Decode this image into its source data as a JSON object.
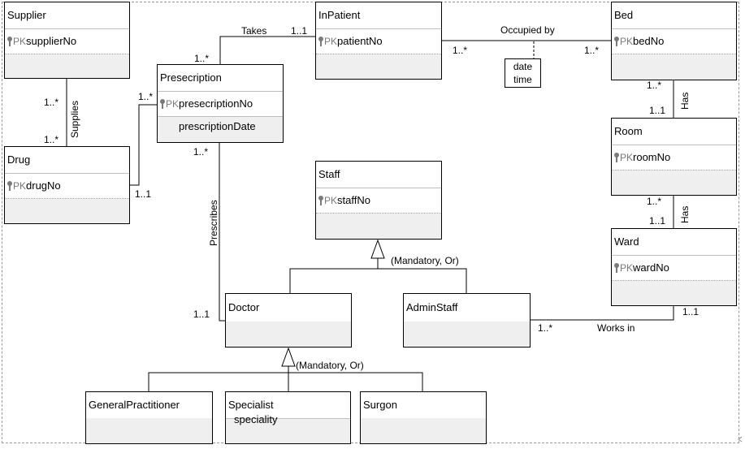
{
  "entities": {
    "supplier": {
      "name": "Supplier",
      "pk": "PK",
      "key": "supplierNo"
    },
    "drug": {
      "name": "Drug",
      "pk": "PK",
      "key": "drugNo"
    },
    "prescription": {
      "name": "Presecription",
      "pk": "PK",
      "key": "presecriptionNo",
      "attr": "prescriptionDate"
    },
    "inpatient": {
      "name": "InPatient",
      "pk": "PK",
      "key": "patientNo"
    },
    "bed": {
      "name": "Bed",
      "pk": "PK",
      "key": "bedNo"
    },
    "room": {
      "name": "Room",
      "pk": "PK",
      "key": "roomNo"
    },
    "ward": {
      "name": "Ward",
      "pk": "PK",
      "key": "wardNo"
    },
    "staff": {
      "name": "Staff",
      "pk": "PK",
      "key": "staffNo"
    },
    "doctor": {
      "name": "Doctor"
    },
    "adminstaff": {
      "name": "AdminStaff"
    },
    "gp": {
      "name": "GeneralPractitioner"
    },
    "specialist": {
      "name": "Specialist",
      "attr": "speciality"
    },
    "surgon": {
      "name": "Surgon"
    }
  },
  "relationships": {
    "supplies": {
      "name": "Supplies",
      "mult_top": "1..*",
      "mult_bottom": "1..*"
    },
    "drug_prescription": {
      "mult_drug": "1..1",
      "mult_prescription": "1..*"
    },
    "takes": {
      "name": "Takes",
      "mult_prescription": "1..*",
      "mult_inpatient": "1..1"
    },
    "occupied_by": {
      "name": "Occupied by",
      "mult_inpatient": "1..*",
      "mult_bed": "1..*"
    },
    "bed_room": {
      "name": "Has",
      "mult_bed": "1..*",
      "mult_room": "1..1"
    },
    "room_ward": {
      "name": "Has",
      "mult_room": "1..*",
      "mult_ward": "1..1"
    },
    "prescribes": {
      "name": "Prescribes",
      "mult_prescription": "1..*",
      "mult_doctor": "1..1"
    },
    "works_in": {
      "name": "Works in",
      "mult_admin": "1..*",
      "mult_ward": "1..1"
    }
  },
  "association_note": {
    "line1": "date",
    "line2": "time"
  },
  "generalizations": {
    "staff": {
      "constraint": "(Mandatory, Or)"
    },
    "doctor": {
      "constraint": "(Mandatory, Or)"
    }
  }
}
